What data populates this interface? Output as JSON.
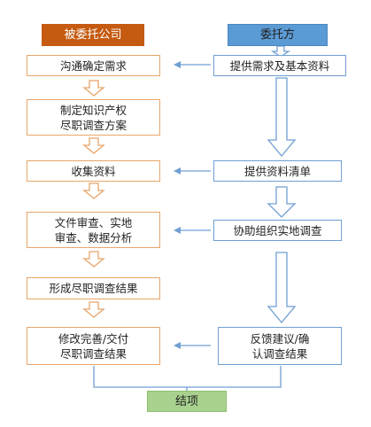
{
  "left_header": "被委托公司",
  "right_header": "委托方",
  "left_steps": [
    "沟通确定需求",
    "制定知识产权\n尽职调查方案",
    "收集资料",
    "文件审查、实地\n审查、数据分析",
    "形成尽职调查结果",
    "修改完善/交付\n尽职调查结果"
  ],
  "right_steps": [
    "提供需求及基本资料",
    "提供资料清单",
    "协助组织实地调查",
    "反馈建议/确\n认调查结果"
  ],
  "end_label": "结项",
  "colors": {
    "left_header": "#c55a11",
    "right_header": "#5b9bd5",
    "left_border": "#e8a56a",
    "right_border": "#6f9fd3",
    "end_fill": "#a9d18e"
  }
}
